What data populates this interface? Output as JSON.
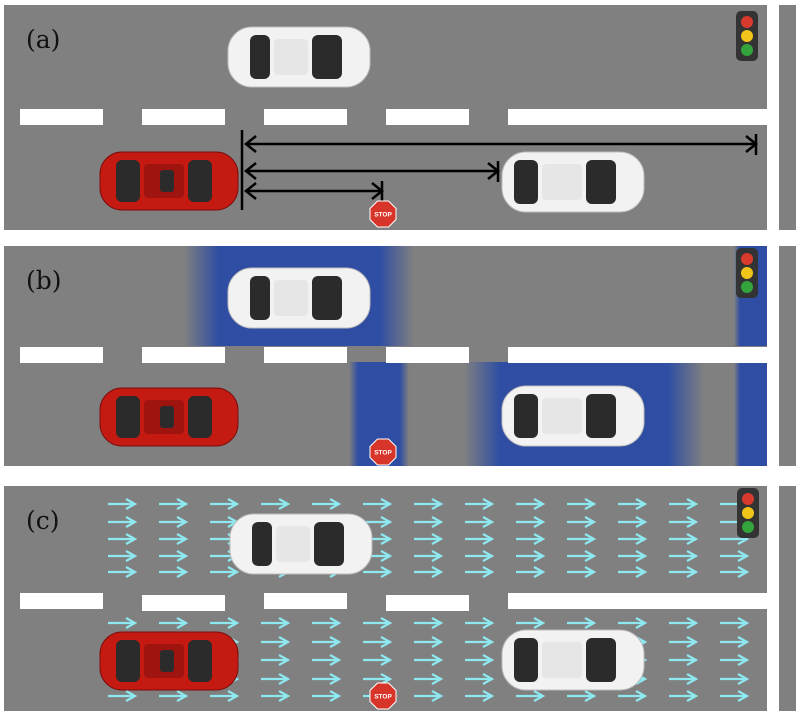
{
  "panels": [
    {
      "label": "(a)"
    },
    {
      "label": "(b)"
    },
    {
      "label": "(c)"
    }
  ],
  "stop_sign": {
    "text": "STOP"
  },
  "icons": [
    "traffic-light-icon",
    "stop-sign-icon",
    "car-icon",
    "flow-arrow-icon",
    "distance-arrow-icon"
  ],
  "colors": {
    "road": "#808080",
    "lane_mark": "#ffffff",
    "ego_car": "#c41a12",
    "other_car": "#f2f2f2",
    "attention": "#2f4ea3",
    "flow_arrow": "#8ee8f0",
    "distance_arrow": "#000000"
  }
}
